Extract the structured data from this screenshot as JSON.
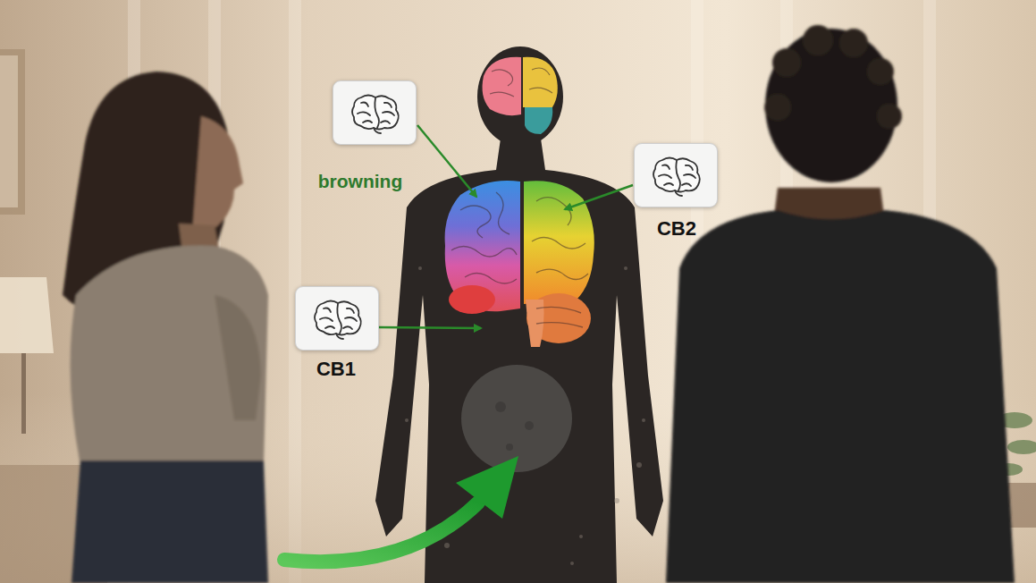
{
  "diagram": {
    "nodes": [
      {
        "text": [
          "browning"
        ]
      },
      {
        "text": [
          "CB2"
        ]
      },
      {
        "text": [
          "CB1"
        ]
      }
    ]
  }
}
